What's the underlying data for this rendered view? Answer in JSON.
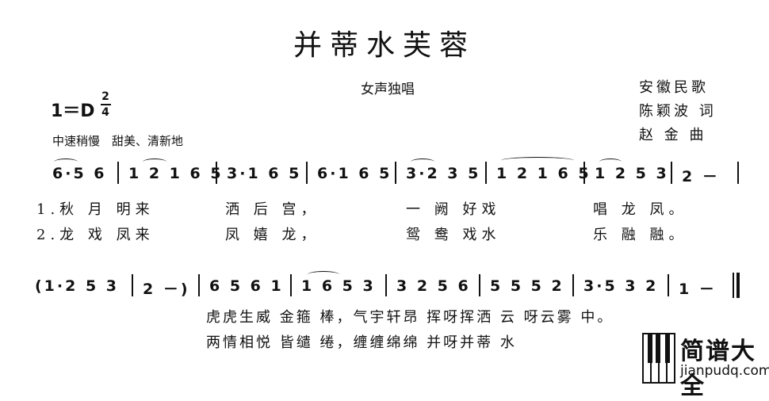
{
  "header": {
    "title": "并蒂水芙蓉",
    "subtitle": "女声独唱",
    "credits": [
      "安徽民歌",
      "陈颖波 词",
      "赵 金 曲"
    ],
    "key": "1＝D",
    "time_top": "2",
    "time_bottom": "4",
    "tempo": "中速稍慢　甜美、清新地"
  },
  "score": {
    "line1_measures": [
      "6·5 6",
      "1 2 1 6 5",
      "3·1 6 5",
      "6·1 6 5",
      "3·2 3 5",
      "1 2 1 6 5",
      "1 2 5 3",
      "2 －"
    ],
    "line1_lyrics": [
      "1.秋 月 明来",
      "洒 后 宫，",
      "一 阙 好戏",
      "唱 龙 凤。",
      "2.龙 戏 凤来",
      "凤 嬉 龙，",
      "鸳 鸯 戏水",
      "乐 融 融。"
    ],
    "line2_measures": [
      "(1·2 5 3",
      "2 －)",
      "6 5 6 1",
      "1 6 5 3",
      "3 2 5 6",
      "5 5 5 2",
      "3·5 3 2",
      "1 －"
    ],
    "line2_lyrics": [
      "虎虎生威 金箍 棒，气宇轩昂 挥呀挥洒 云 呀云雾 中。",
      "两情相悦 皆缱 绻，缠缠绵绵 并呀并蒂 水"
    ]
  },
  "watermark": {
    "title": "简谱大全",
    "url": "jianpudq.com"
  }
}
